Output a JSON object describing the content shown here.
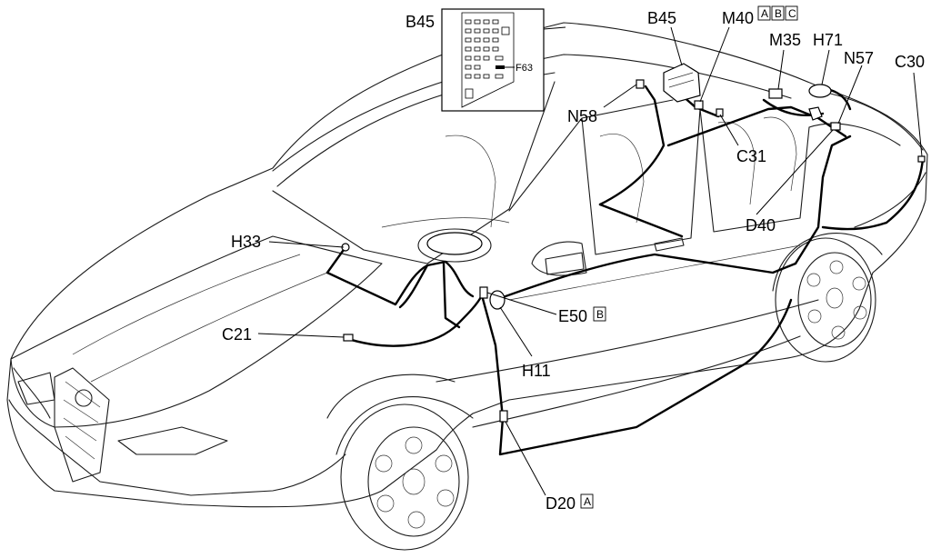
{
  "labels": {
    "b45_inset": "B45",
    "b45": "B45",
    "m40": "M40",
    "m40_variants": [
      "A",
      "B",
      "C"
    ],
    "m35": "M35",
    "h71": "H71",
    "n57": "N57",
    "c30": "C30",
    "n58": "N58",
    "c31": "C31",
    "d40": "D40",
    "h33": "H33",
    "e50": "E50",
    "e50_variant": "B",
    "c21": "C21",
    "h11": "H11",
    "d20": "D20",
    "d20_variant": "A",
    "f63": "F63"
  },
  "colors": {
    "line": "#000000",
    "background": "#ffffff"
  }
}
